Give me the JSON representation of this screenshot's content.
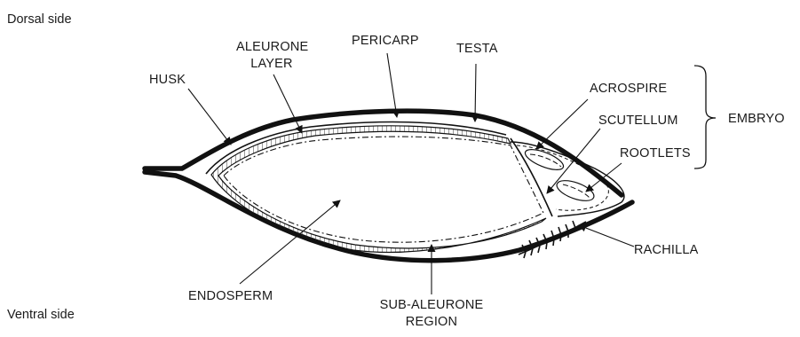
{
  "orientation": {
    "top": "Dorsal side",
    "bottom": "Ventral side"
  },
  "labels": {
    "husk": "HUSK",
    "aleurone_1": "ALEURONE",
    "aleurone_2": "LAYER",
    "pericarp": "PERICARP",
    "testa": "TESTA",
    "acrospire": "ACROSPIRE",
    "scutellum": "SCUTELLUM",
    "rootlets": "ROOTLETS",
    "embryo": "EMBRYO",
    "rachilla": "RACHILLA",
    "endosperm": "ENDOSPERM",
    "subaleurone_1": "SUB-ALEURONE",
    "subaleurone_2": "REGION"
  },
  "colors": {
    "ink": "#111111",
    "band": "#ffffff",
    "background": "#ffffff"
  }
}
